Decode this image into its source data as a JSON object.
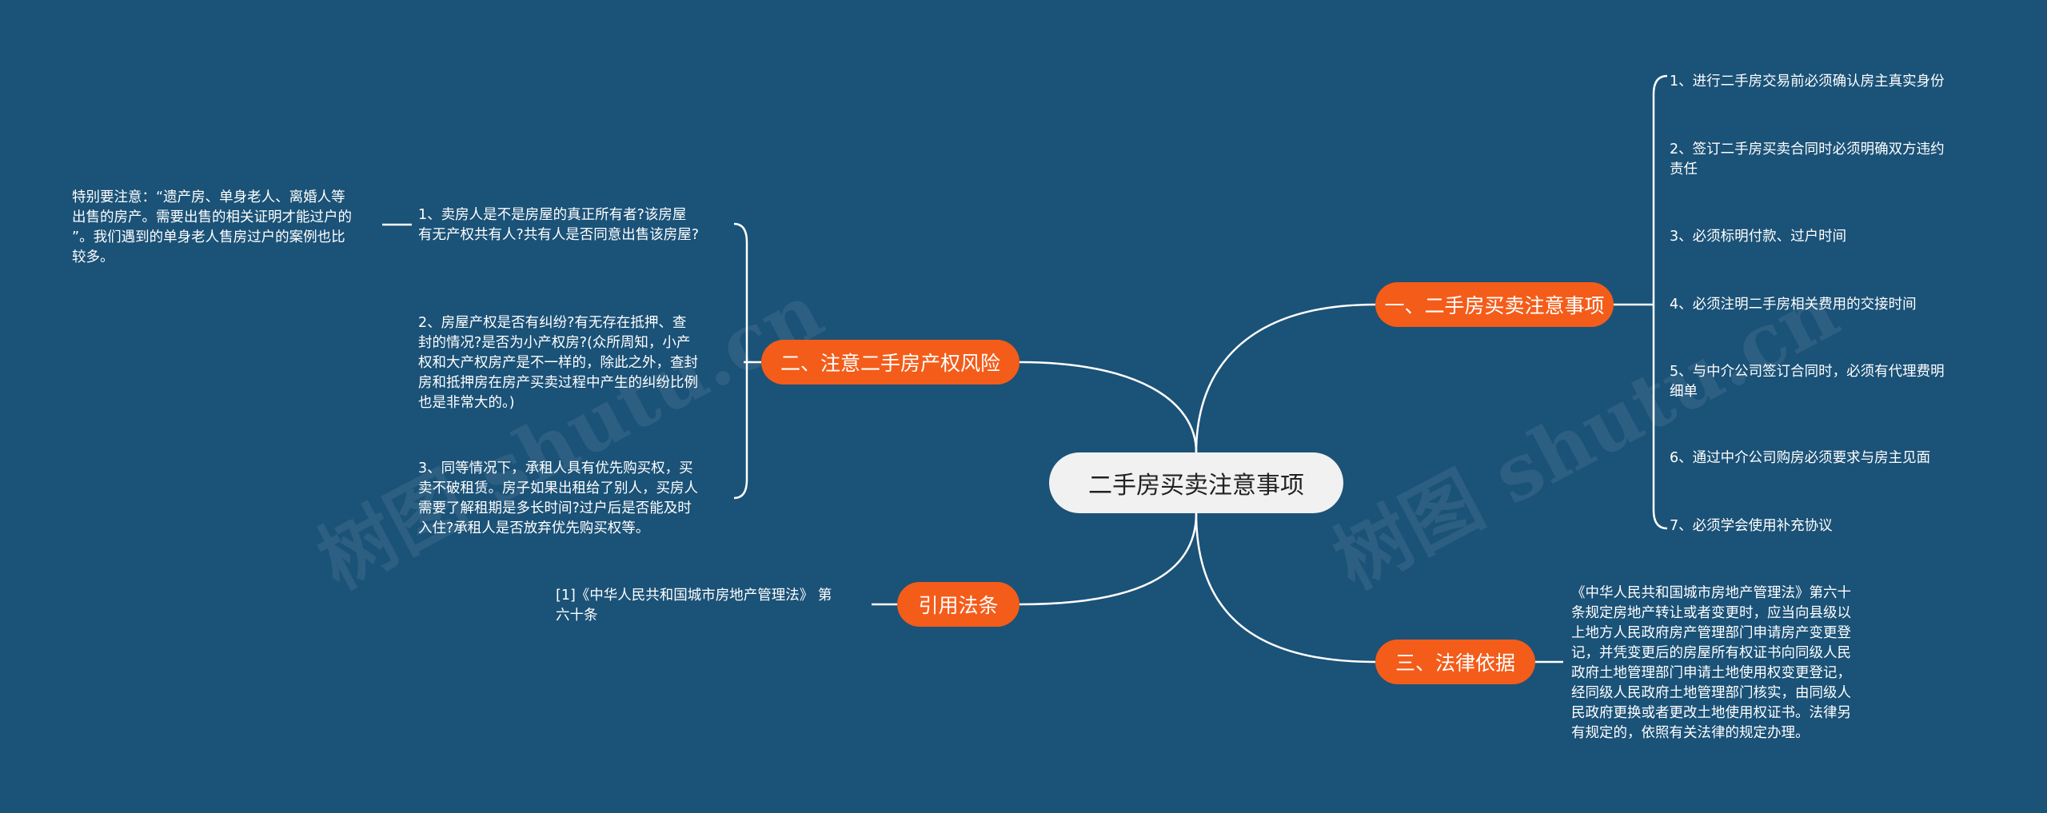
{
  "root": {
    "label": "二手房买卖注意事项"
  },
  "branches": {
    "b1": {
      "label": "一、二手房买卖注意事项",
      "items": [
        "1、进行二手房交易前必须确认房主真实身份",
        "2、签订二手房买卖合同时必须明确双方违约\n责任",
        "3、必须标明付款、过户时间",
        "4、必须注明二手房相关费用的交接时间",
        "5、与中介公司签订合同时，必须有代理费明\n细单",
        "6、通过中介公司购房必须要求与房主见面",
        "7、必须学会使用补充协议"
      ]
    },
    "b2": {
      "label": "二、注意二手房产权风险",
      "items": [
        "1、卖房人是不是房屋的真正所有者?该房屋\n有无产权共有人?共有人是否同意出售该房屋?",
        "2、房屋产权是否有纠纷?有无存在抵押、查\n封的情况?是否为小产权房?(众所周知，小产\n权和大产权房产是不一样的，除此之外，查封\n房和抵押房在房产买卖过程中产生的纠纷比例\n也是非常大的。)",
        "3、同等情况下，承租人具有优先购买权，买\n卖不破租赁。房子如果出租给了别人，买房人\n需要了解租期是多长时间?过户后是否能及时\n入住?承租人是否放弃优先购买权等。"
      ],
      "note": "特别要注意：“遗产房、单身老人、离婚人等\n出售的房产。需要出售的相关证明才能过户的\n”。我们遇到的单身老人售房过户的案例也比\n较多。"
    },
    "b3": {
      "label": "三、法律依据",
      "text": "《中华人民共和国城市房地产管理法》第六十\n条规定房地产转让或者变更时，应当向县级以\n上地方人民政府房产管理部门申请房产变更登\n记，并凭变更后的房屋所有权证书向同级人民\n政府土地管理部门申请土地使用权变更登记，\n经同级人民政府土地管理部门核实，由同级人\n民政府更换或者更改土地使用权证书。法律另\n有规定的，依照有关法律的规定办理。"
    },
    "b4": {
      "label": "引用法条",
      "text": "[1]《中华人民共和国城市房地产管理法》 第\n六十条"
    }
  },
  "watermark": "树图 shutu.cn",
  "colors": {
    "background": "#1b5277",
    "branch": "#f45c1a",
    "root": "#f1f1f1",
    "line": "#ffffff"
  }
}
